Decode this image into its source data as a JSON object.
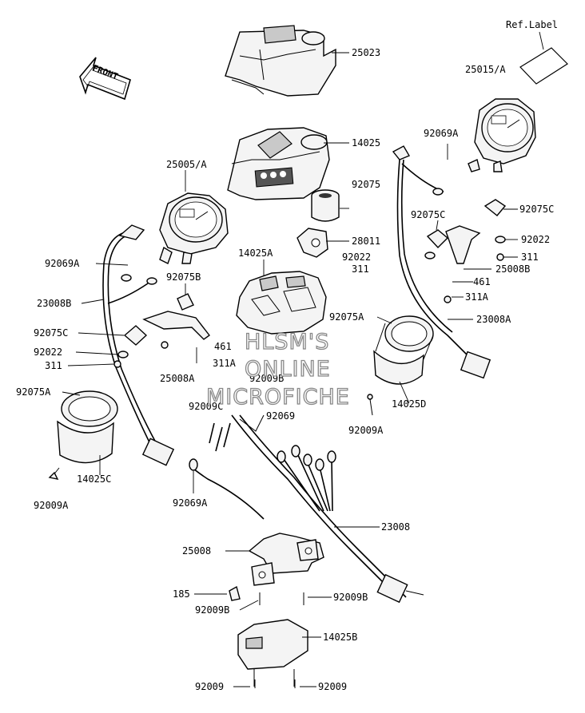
{
  "front_label": "FRONT",
  "ref_label_title": "Ref.Label",
  "watermark": [
    "HLSM'S",
    "ONLINE",
    "MICROFICHE"
  ],
  "part_labels": {
    "p25023": "25023",
    "p25015a": "25015/A",
    "p14025": "14025",
    "p92069a_top": "92069A",
    "p25005a": "25005/A",
    "p92075": "92075",
    "p92075c_right": "92075C",
    "p92075c_mid": "92075C",
    "p28011": "28011",
    "p92022_right": "92022",
    "p14025a": "14025A",
    "p92022_mid": "92022",
    "p311_right": "311",
    "p311_mid": "311",
    "p25008b": "25008B",
    "p92069a_left": "92069A",
    "p92075b": "92075B",
    "p461_right": "461",
    "p23008b": "23008B",
    "p311a_right": "311A",
    "p92075a_mid": "92075A",
    "p23008a": "23008A",
    "p92075c_left": "92075C",
    "p461_left": "461",
    "p92022_left": "92022",
    "p311a_left": "311A",
    "p311_left": "311",
    "p25008a": "25008A",
    "p92009b_top": "92009B",
    "p92075a_left": "92075A",
    "p14025d": "14025D",
    "p92009c": "92009C",
    "p92069": "92069",
    "p92009a_right": "92009A",
    "p14025c": "14025C",
    "p92009a_left": "92009A",
    "p92069a_bottom": "92069A",
    "p23008": "23008",
    "p25008": "25008",
    "p185": "185",
    "p92009b_right": "92009B",
    "p92009b_left": "92009B",
    "p14025b": "14025B",
    "p92009_left": "92009",
    "p92009_right": "92009"
  }
}
